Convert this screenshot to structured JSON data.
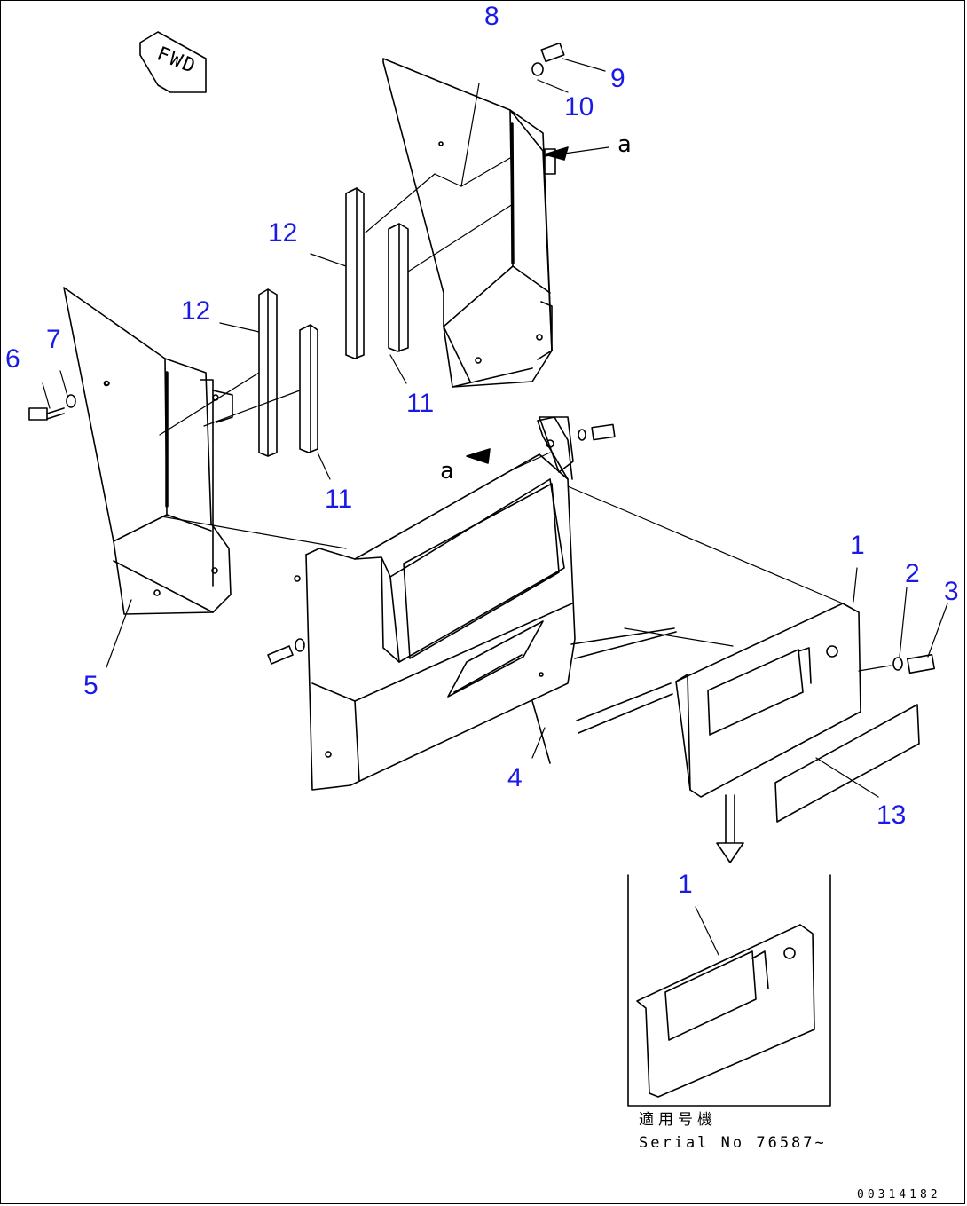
{
  "fwd_label": "FWD",
  "view_letter": "a",
  "callouts": {
    "c1_top": "1",
    "c1_inset": "1",
    "c2": "2",
    "c3": "3",
    "c4": "4",
    "c5": "5",
    "c6": "6",
    "c7": "7",
    "c8": "8",
    "c9": "9",
    "c10": "10",
    "c11_upper": "11",
    "c11_lower": "11",
    "c12_upper": "12",
    "c12_lower": "12",
    "c13": "13"
  },
  "inset": {
    "applicable_jp": "適用号機",
    "serial": "Serial No 76587~"
  },
  "document_id": "00314182",
  "colors": {
    "callout": "#1a1ae6",
    "line": "#000000"
  }
}
